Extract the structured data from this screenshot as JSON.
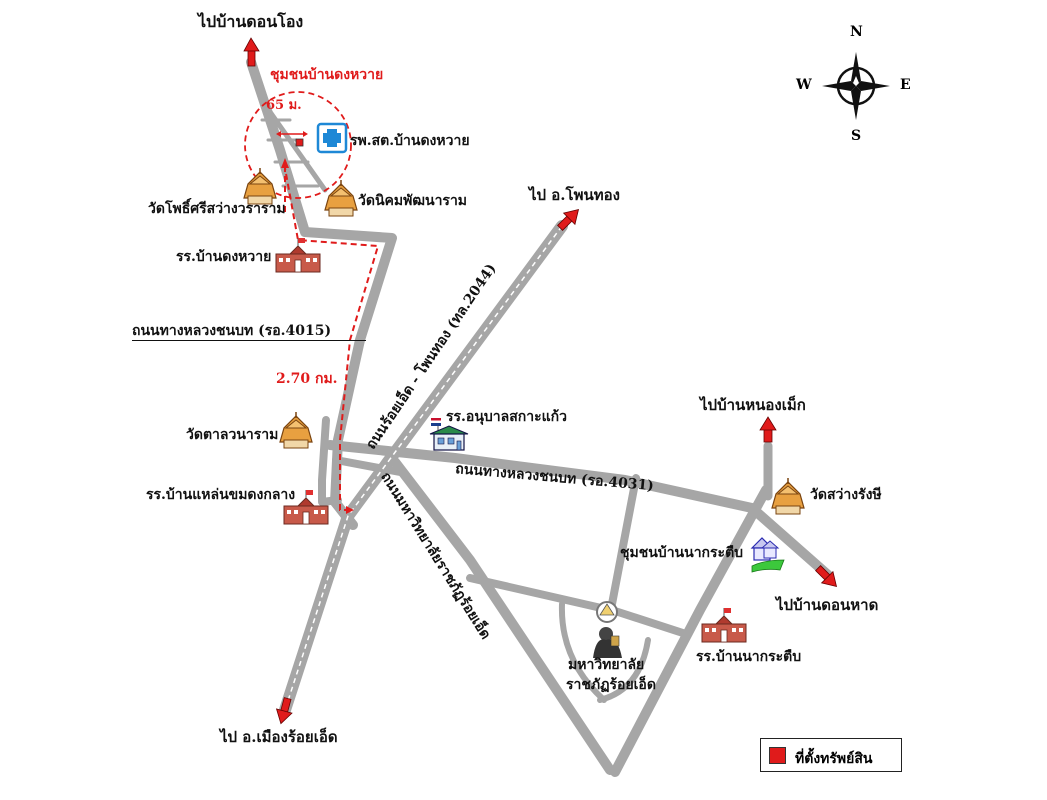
{
  "destinations": {
    "north": "ไปบ้านดอนโอง",
    "northeast": "ไป อ.โพนทอง",
    "east_upper": "ไปบ้านหนองเม็ก",
    "east_lower": "ไปบ้านดอนหาด",
    "south": "ไป อ.เมืองร้อยเอ็ด"
  },
  "places": {
    "community_dong_hwai": "ชุมชนบ้านดงหวาย",
    "hospital": "รพ.สต.บ้านดงหวาย",
    "wat_pho_si": "วัดโพธิ์ศรีสว่างวราราม",
    "wat_nikhom": "วัดนิคมพัฒนาราม",
    "school_dong_hwai": "รร.บ้านดงหวาย",
    "wat_tala": "วัดตาลวนาราม",
    "school_laen_khom": "รร.บ้านแหล่นขมดงกลาง",
    "school_anuban": "รร.อนุบาลสกาะแก้ว",
    "wat_sawang": "วัดสว่างรังษี",
    "community_na_kra_tueb": "ชุมชนบ้านนากระตืบ",
    "university_line1": "มหาวิทยาลัย",
    "university_line2": "ราชภัฏร้อยเอ็ด",
    "school_na_kra_tueb": "รร.บ้านนากระตืบ"
  },
  "roads": {
    "rural_4015": "ถนนทางหลวงชนบท (รอ.4015)",
    "rural_4031": "ถนนทางหลวงชนบท (รอ.4031)",
    "highway_2044": "ถนนร้อยเอ็ด - โพนทอง (ทล.2044)",
    "university_road": "ถนนมหาวิทยาลัยราชภัฏร้อยเอ็ด"
  },
  "distances": {
    "radius": "65 ม.",
    "route": "2.70 กม."
  },
  "compass": {
    "n": "N",
    "s": "S",
    "e": "E",
    "w": "W"
  },
  "legend": {
    "label": "ที่ตั้งทรัพย์สิน"
  },
  "colors": {
    "road": "#a6a6a6",
    "route": "#e01b1b",
    "property_marker": "#e01b1b",
    "temple_roof": "#e8a040",
    "school_roof": "#c0392b",
    "hospital_icon": "#1e88d6"
  }
}
